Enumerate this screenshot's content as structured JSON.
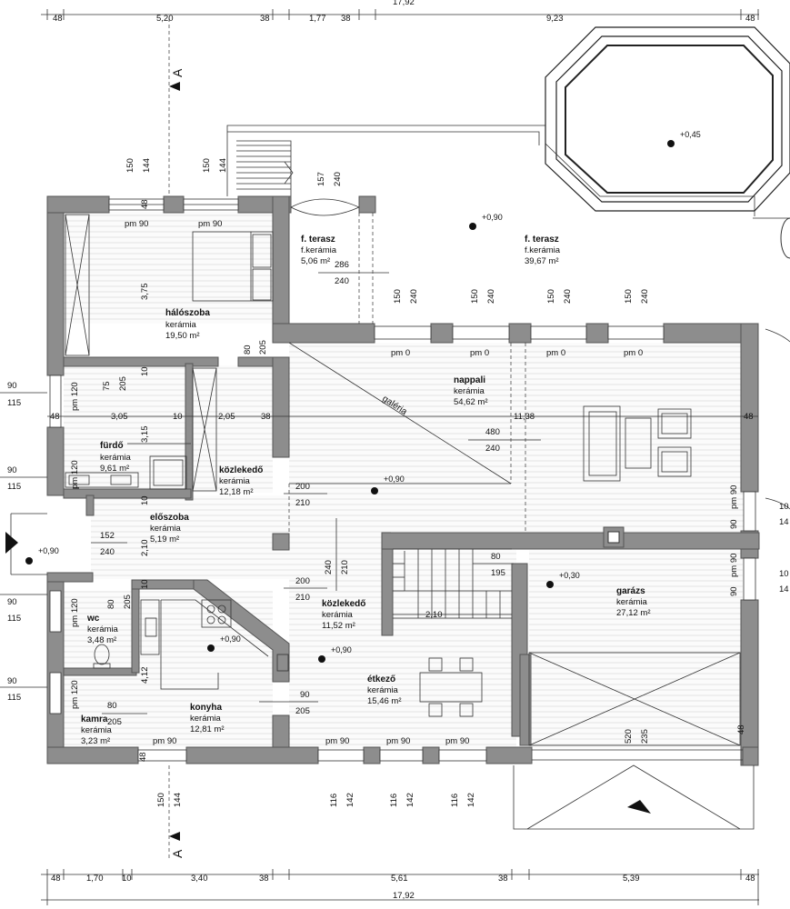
{
  "dims_top": [
    "48",
    "5,20",
    "38",
    "1,77",
    "38",
    "9,23",
    "48"
  ],
  "dim_top_total": "17,92",
  "dims_bottom": [
    "48",
    "1,70",
    "10",
    "3,40",
    "38",
    "5,61",
    "38",
    "5,39",
    "48"
  ],
  "dim_bottom_total": "17,92",
  "section_label": "A",
  "rooms": [
    {
      "name": "hálószoba",
      "material": "kerámia",
      "area": "19,50 m²"
    },
    {
      "name": "fürdő",
      "material": "kerámia",
      "area": "9,61 m²"
    },
    {
      "name": "közlekedő",
      "material": "kerámia",
      "area": "12,18 m²"
    },
    {
      "name": "előszoba",
      "material": "kerámia",
      "area": "5,19 m²"
    },
    {
      "name": "wc",
      "material": "kerámia",
      "area": "3,48 m²"
    },
    {
      "name": "kamra",
      "material": "kerámia",
      "area": "3,23 m²"
    },
    {
      "name": "konyha",
      "material": "kerámia",
      "area": "12,81 m²"
    },
    {
      "name": "közlekedő",
      "material": "kerámia",
      "area": "11,52 m²"
    },
    {
      "name": "étkező",
      "material": "kerámia",
      "area": "15,46 m²"
    },
    {
      "name": "nappali",
      "material": "kerámia",
      "area": "54,62 m²"
    },
    {
      "name": "garázs",
      "material": "kerámia",
      "area": "27,12 m²"
    },
    {
      "name": "f. terasz",
      "material": "f.kerámia",
      "area": "5,06 m²"
    },
    {
      "name": "f. terasz",
      "material": "f.kerámia",
      "area": "39,67 m²"
    }
  ],
  "levels": [
    "+0,45",
    "+0,90",
    "+0,90",
    "+0,90",
    "+0,90",
    "+0,90",
    "+0,30"
  ],
  "galeria_label": "galéria",
  "window_dims": [
    "150",
    "144",
    "150",
    "144",
    "157",
    "240",
    "150",
    "240",
    "150",
    "240",
    "150",
    "240",
    "150",
    "240",
    "150",
    "144",
    "116",
    "142",
    "116",
    "142",
    "116",
    "142",
    "520",
    "235"
  ],
  "door_dims": [
    "286",
    "240",
    "480",
    "240",
    "200",
    "210",
    "152",
    "240",
    "200",
    "210",
    "240",
    "210",
    "80",
    "195",
    "80",
    "205",
    "75",
    "205",
    "80",
    "205",
    "80",
    "205",
    "90",
    "205"
  ],
  "parapets": [
    "pm 90",
    "pm 90",
    "pm 0",
    "pm 0",
    "pm 0",
    "pm 0",
    "pm 120",
    "pm 120",
    "pm 120",
    "pm 120",
    "pm 90",
    "pm 90",
    "pm 90",
    "pm 90",
    "pm 90"
  ],
  "side_dims": [
    "90",
    "115",
    "90",
    "115",
    "90",
    "115",
    "90",
    "115",
    "10",
    "14",
    "10",
    "14"
  ],
  "inner_dims": [
    "3,75",
    "10",
    "3,15",
    "10",
    "2,10",
    "10",
    "4,12",
    "48",
    "48",
    "3,05",
    "10",
    "2,05",
    "38",
    "11,38",
    "48",
    "48",
    "90",
    "90",
    "2,10",
    "48"
  ]
}
